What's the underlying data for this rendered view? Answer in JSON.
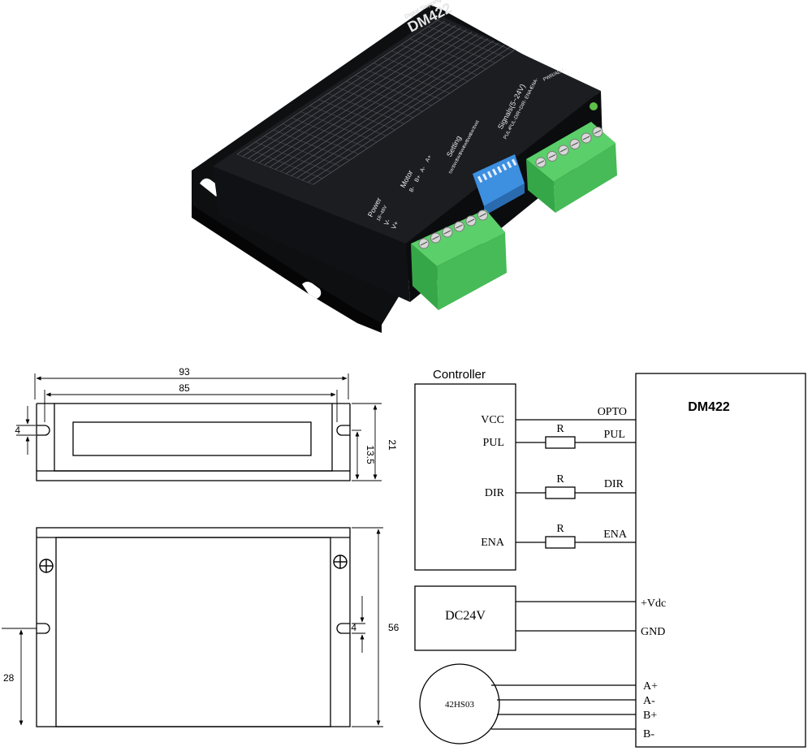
{
  "product": {
    "model": "DM422",
    "subtitle": "Digital Stepping Driver",
    "power_group": "Power",
    "power_range": "18~48V",
    "power_pins": [
      "V-",
      "V+"
    ],
    "motor_group": "Motor",
    "motor_pins": [
      "A+",
      "A-",
      "B+",
      "B-"
    ],
    "setting_group": "Setting",
    "switches": [
      "SW1",
      "SW2",
      "SW3",
      "SW4",
      "SW5",
      "SW6",
      "SW7",
      "SW8"
    ],
    "signals_group": "Signals(5~24V)",
    "signal_pins": [
      "PUL+",
      "PUL-",
      "DIR+",
      "DIR-",
      "ENA+",
      "ENA-"
    ],
    "status_led_label": "PWR/ALM",
    "colors": {
      "housing": "#16181b",
      "terminal_block": "#4cc25c",
      "dip_switch": "#3d8fe0"
    }
  },
  "dimensions": {
    "overall_width": "93",
    "hole_spacing": "85",
    "slot_width": "4",
    "height": "21",
    "base_height": "13.5",
    "depth": "56",
    "slot_offset": "28",
    "slot_width_side": "4"
  },
  "wiring": {
    "controller_label": "Controller",
    "controller_pins": [
      "VCC",
      "PUL",
      "DIR",
      "ENA"
    ],
    "resistor_label": "R",
    "driver_label": "DM422",
    "driver_pins": [
      "OPTO",
      "PUL",
      "DIR",
      "ENA"
    ],
    "power_supply_label": "DC24V",
    "power_pins": [
      "+Vdc",
      "GND"
    ],
    "motor_label": "42HS03",
    "motor_pins": [
      "A+",
      "A-",
      "B+",
      "B-"
    ]
  }
}
